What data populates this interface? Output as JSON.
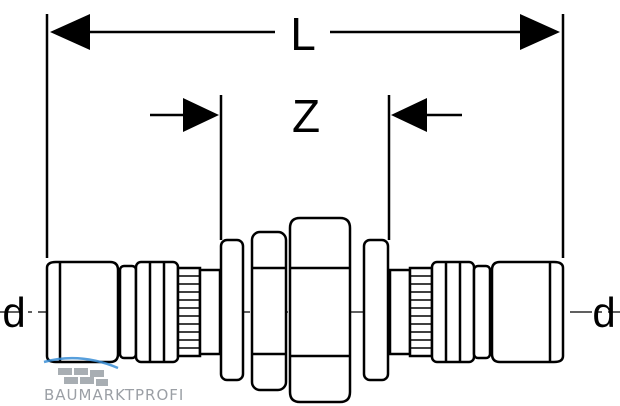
{
  "dimensions": {
    "overall_length_label": "L",
    "socket_gap_label": "Z",
    "diameter_left_label": "d",
    "diameter_right_label": "d"
  },
  "watermark": {
    "text": "BAUMARKTPROFI",
    "logo_icon": "roof-tiles-icon",
    "colors": {
      "text": "#8a8f96",
      "arc": "#3a8fd6"
    }
  },
  "colors": {
    "line": "#000000",
    "background": "#ffffff"
  }
}
